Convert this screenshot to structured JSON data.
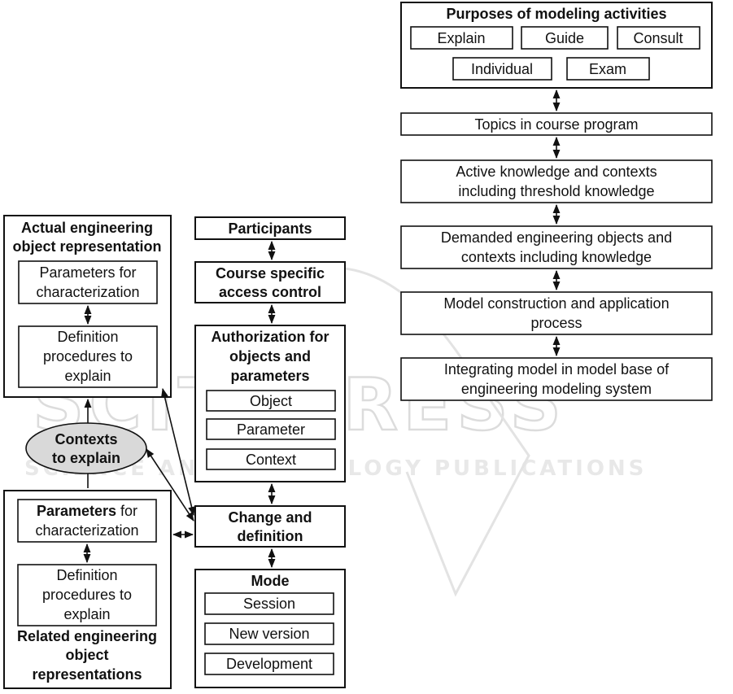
{
  "watermark": {
    "main": "SCITEPRESS",
    "sub": "SCIENCE AND TECHNOLOGY PUBLICATIONS"
  },
  "purposes": {
    "title": "Purposes of modeling activities",
    "items": [
      "Explain",
      "Guide",
      "Consult",
      "Individual",
      "Exam"
    ]
  },
  "right_chain": [
    {
      "lines": [
        "Topics in course program"
      ]
    },
    {
      "lines": [
        "Active knowledge  and contexts",
        "including threshold knowledge"
      ]
    },
    {
      "lines": [
        "Demanded engineering objects and",
        "contexts including knowledge"
      ]
    },
    {
      "lines": [
        "Model construction and application",
        "process"
      ]
    },
    {
      "lines": [
        "Integrating model in model base of",
        "engineering modeling system"
      ]
    }
  ],
  "actual": {
    "title_lines": [
      "Actual  engineering",
      "object representation"
    ],
    "params_lines": [
      "Parameters for",
      "characterization"
    ],
    "def_lines": [
      "Definition",
      "procedures to",
      "explain"
    ]
  },
  "contexts": {
    "lines": [
      "Contexts",
      "to explain"
    ]
  },
  "related": {
    "params_bold": "Parameters",
    "params_rest": " for",
    "params_line2": "characterization",
    "def_lines": [
      "Definition",
      "procedures to",
      "explain"
    ],
    "title_lines": [
      "Related engineering",
      "object",
      "representations"
    ]
  },
  "middle": {
    "participants": "Participants",
    "course_access_lines": [
      "Course specific",
      "access control"
    ],
    "authorization_lines": [
      "Authorization for",
      "objects and",
      "parameters"
    ],
    "auth_items": [
      "Object",
      "Parameter",
      "Context"
    ],
    "change_lines": [
      "Change and",
      "definition"
    ],
    "mode_title": "Mode",
    "mode_items": [
      "Session",
      "New version",
      "Development"
    ]
  }
}
